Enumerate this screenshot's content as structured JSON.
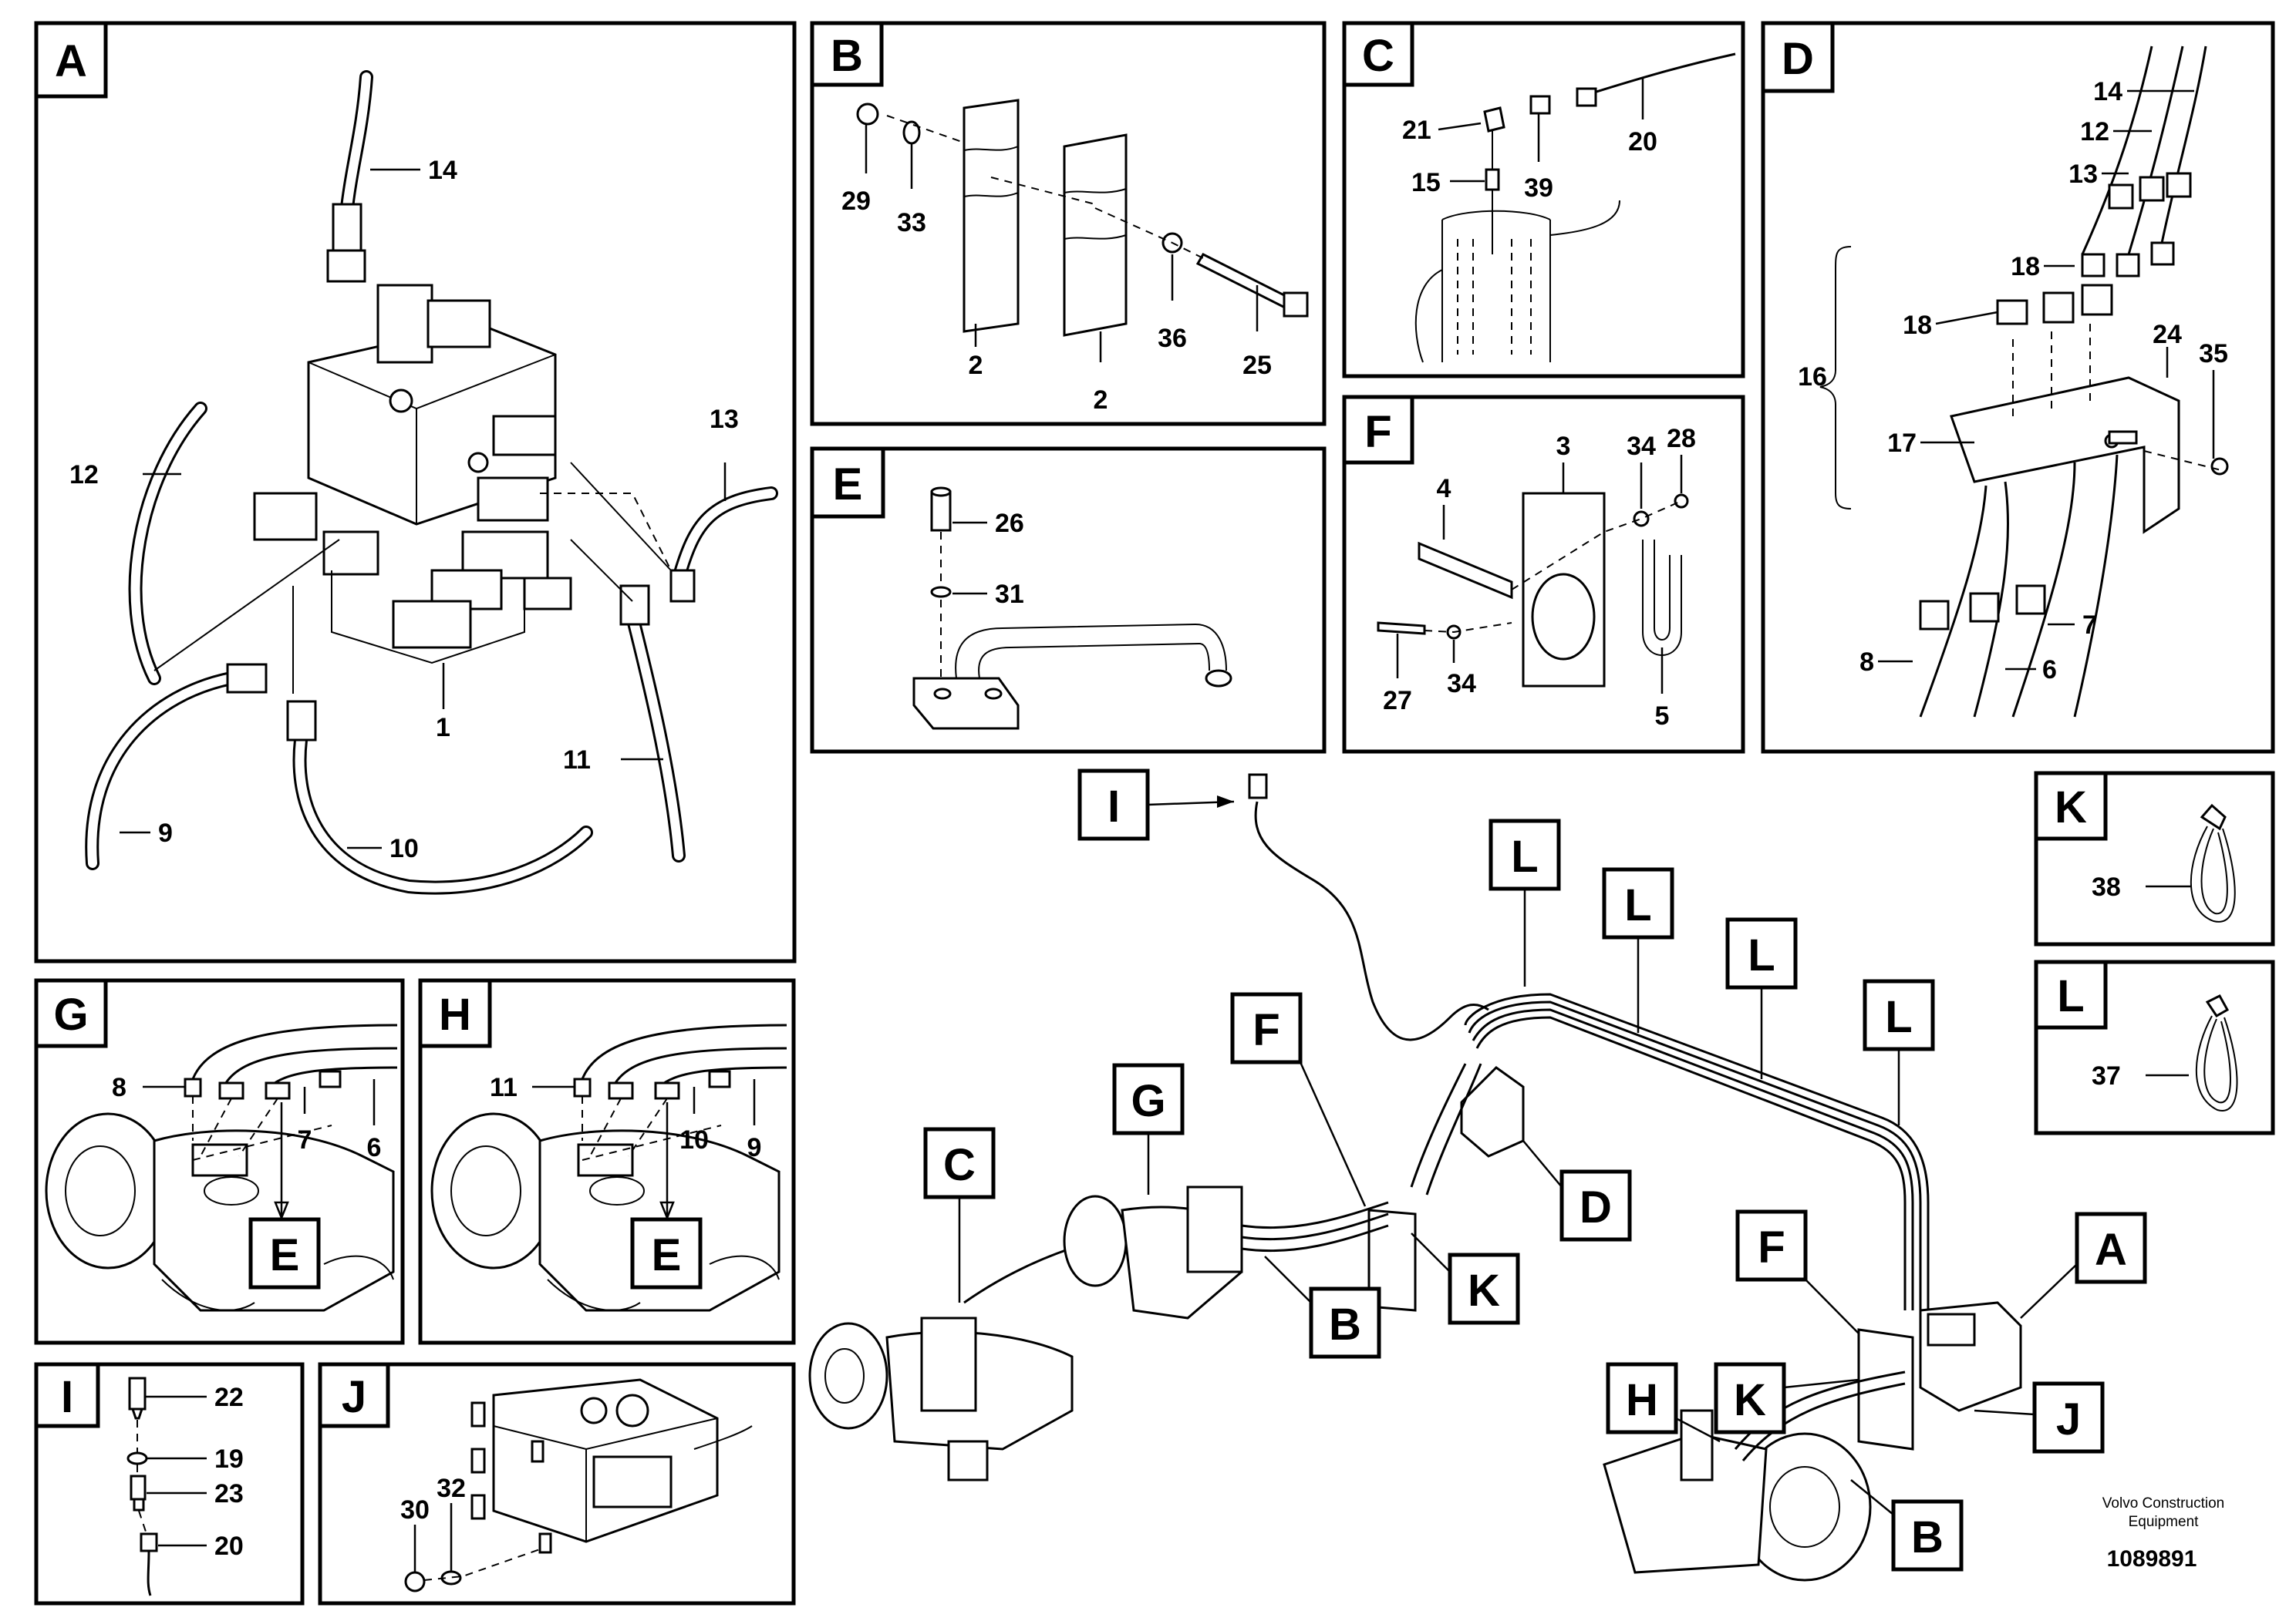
{
  "panels": {
    "A": {
      "letter": "A",
      "callouts": [
        "14",
        "12",
        "13",
        "1",
        "9",
        "10",
        "11"
      ]
    },
    "B": {
      "letter": "B",
      "callouts": [
        "29",
        "33",
        "2",
        "2",
        "36",
        "25"
      ]
    },
    "C": {
      "letter": "C",
      "callouts": [
        "21",
        "15",
        "39",
        "20"
      ]
    },
    "D": {
      "letter": "D",
      "callouts": [
        "14",
        "12",
        "13",
        "18",
        "18",
        "16",
        "17",
        "24",
        "35",
        "7",
        "8",
        "6"
      ]
    },
    "E": {
      "letter": "E",
      "callouts": [
        "26",
        "31"
      ]
    },
    "F": {
      "letter": "F",
      "callouts": [
        "3",
        "34",
        "28",
        "4",
        "27",
        "34",
        "5"
      ]
    },
    "G": {
      "letter": "G",
      "callouts": [
        "8",
        "7",
        "6"
      ],
      "ref": "E"
    },
    "H": {
      "letter": "H",
      "callouts": [
        "11",
        "10",
        "9"
      ],
      "ref": "E"
    },
    "I": {
      "letter": "I",
      "callouts": [
        "22",
        "19",
        "23",
        "20"
      ]
    },
    "J": {
      "letter": "J",
      "callouts": [
        "32",
        "30"
      ]
    },
    "K": {
      "letter": "K",
      "callouts": [
        "38"
      ]
    },
    "L": {
      "letter": "L",
      "callouts": [
        "37"
      ]
    }
  },
  "overview_refs": [
    "I",
    "L",
    "L",
    "L",
    "L",
    "F",
    "G",
    "C",
    "D",
    "K",
    "B",
    "F",
    "A",
    "H",
    "K",
    "J",
    "B"
  ],
  "footer": {
    "line1": "Volvo Construction",
    "line2": "Equipment",
    "doc_number": "1089891"
  }
}
